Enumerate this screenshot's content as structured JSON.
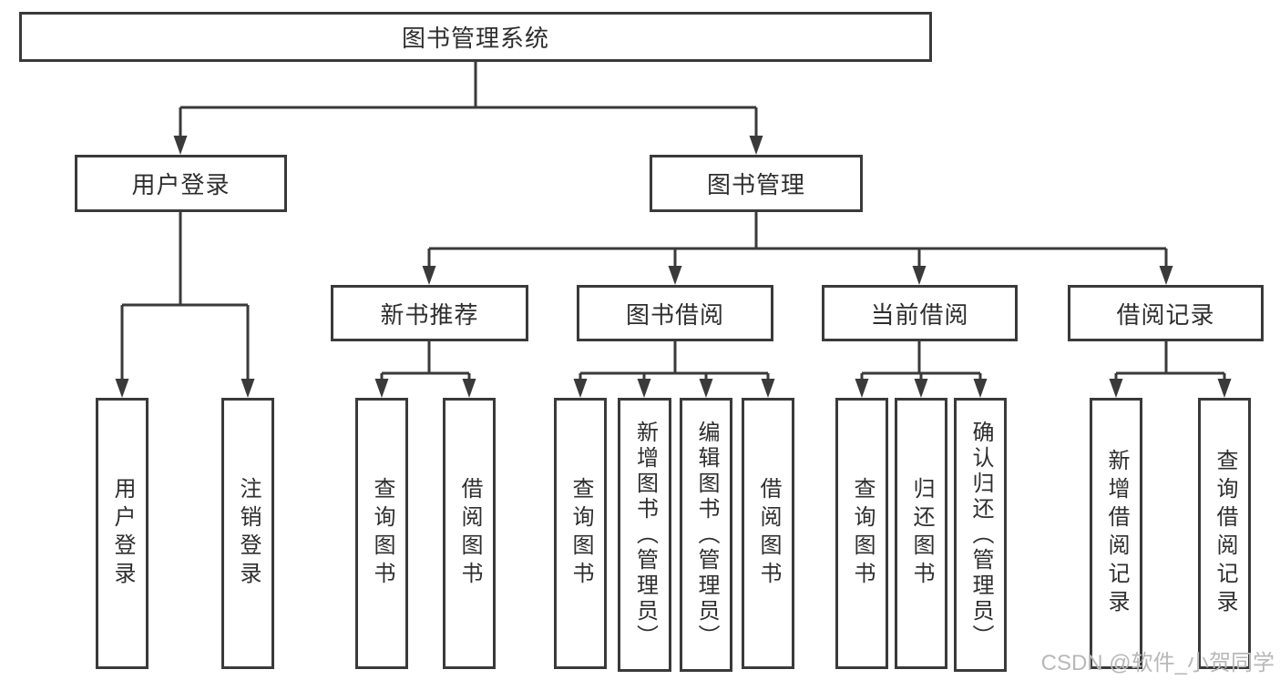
{
  "title_box": {
    "label": "图书管理系统"
  },
  "level2": {
    "user_login": {
      "label": "用户登录"
    },
    "book_management": {
      "label": "图书管理"
    }
  },
  "level3": {
    "new_book_recommend": {
      "label": "新书推荐"
    },
    "book_borrowing": {
      "label": "图书借阅"
    },
    "current_borrowing": {
      "label": "当前借阅"
    },
    "borrowing_records": {
      "label": "借阅记录"
    }
  },
  "level4": {
    "user_login_leaf": {
      "label": "用户登录"
    },
    "logout_login": {
      "label": "注销登录"
    },
    "query_book_a": {
      "label": "查询图书"
    },
    "borrow_book_a": {
      "label": "借阅图书"
    },
    "query_book_b": {
      "label": "查询图书"
    },
    "add_book_admin": {
      "label": "新增图书（管理员）"
    },
    "edit_book_admin": {
      "label": "编辑图书（管理员）"
    },
    "borrow_book_b": {
      "label": "借阅图书"
    },
    "query_book_c": {
      "label": "查询图书"
    },
    "return_book": {
      "label": "归还图书"
    },
    "confirm_return_admin": {
      "label": "确认归还（管理员）"
    },
    "add_borrow_record": {
      "label": "新增借阅记录"
    },
    "query_borrow_record": {
      "label": "查询借阅记录"
    }
  },
  "watermark": {
    "text": "CSDN @软件_小贺同学"
  },
  "colors": {
    "line": "#3a3a3a",
    "text": "#2e2e2e",
    "watermark": "#b8b8b8",
    "background": "#ffffff"
  }
}
